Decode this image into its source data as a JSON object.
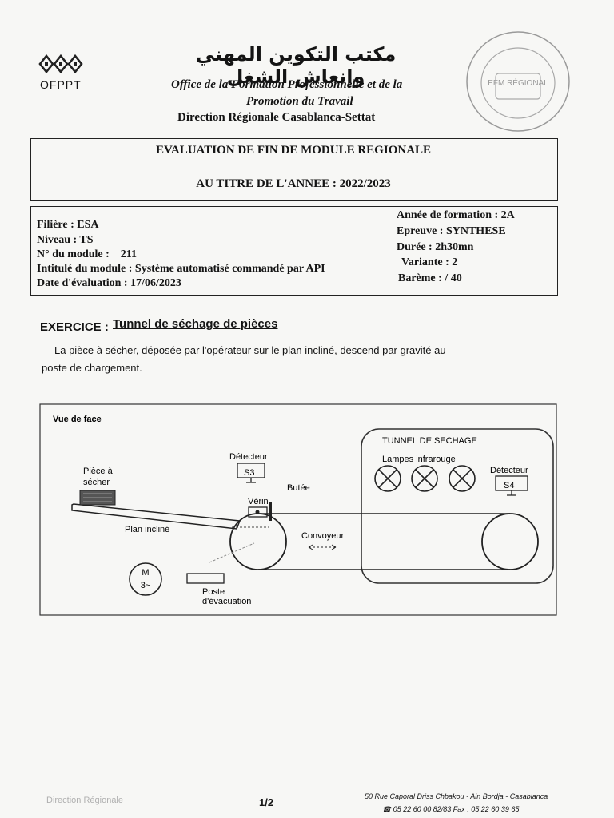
{
  "header": {
    "logo_text": "OFPPT",
    "arabic_title": "مكتب التكوين المهني وإنعاش الشغل",
    "office_line1": "Office de la Formation Professionnelle et de la",
    "office_line2": "Promotion du Travail",
    "direction": "Direction Régionale Casablanca-Settat",
    "stamp_text": "EFM RÉGIONAL"
  },
  "title": {
    "line1": "EVALUATION DE FIN DE MODULE REGIONALE",
    "line2": "AU TITRE DE L'ANNEE : 2022/2023"
  },
  "info": {
    "filiere": "Filière : ESA",
    "niveau": "Niveau : TS",
    "module_no": "N° du module :    211",
    "intitule": "Intitulé du module : Système automatisé commandé par API",
    "date": "Date d'évaluation : 17/06/2023",
    "annee": "Année de formation : 2A",
    "epreuve": "Epreuve : SYNTHESE",
    "duree": "Durée : 2h30mn",
    "variante": "Variante : 2",
    "bareme": "Barème : / 40"
  },
  "exercise": {
    "label": "EXERCICE :",
    "title": "Tunnel de séchage de pièces",
    "desc_line1": "La pièce à sécher, déposée par l'opérateur sur le plan incliné, descend par gravité au",
    "desc_line2": "poste de chargement."
  },
  "diagram": {
    "vue": "Vue de face",
    "tunnel": "TUNNEL DE SECHAGE",
    "lampes": "Lampes infrarouge",
    "detecteur_left": "Détecteur",
    "s3": "S3",
    "detecteur_right": "Détecteur",
    "s4": "S4",
    "piece1": "Pièce à",
    "piece2": "sécher",
    "butee": "Butée",
    "verin": "Vérin",
    "plan_incline": "Plan incliné",
    "convoyeur": "Convoyeur",
    "motor_m": "M",
    "motor_3": "3~",
    "poste1": "Poste",
    "poste2": "d'évacuation"
  },
  "footer": {
    "left": "Direction Régionale",
    "page": "1/2",
    "address": "50 Rue Caporal Driss Chbakou - Ain Bordja - Casablanca",
    "phone": "☎ 05 22 60 00 82/83     Fax : 05 22 60 39 65"
  }
}
